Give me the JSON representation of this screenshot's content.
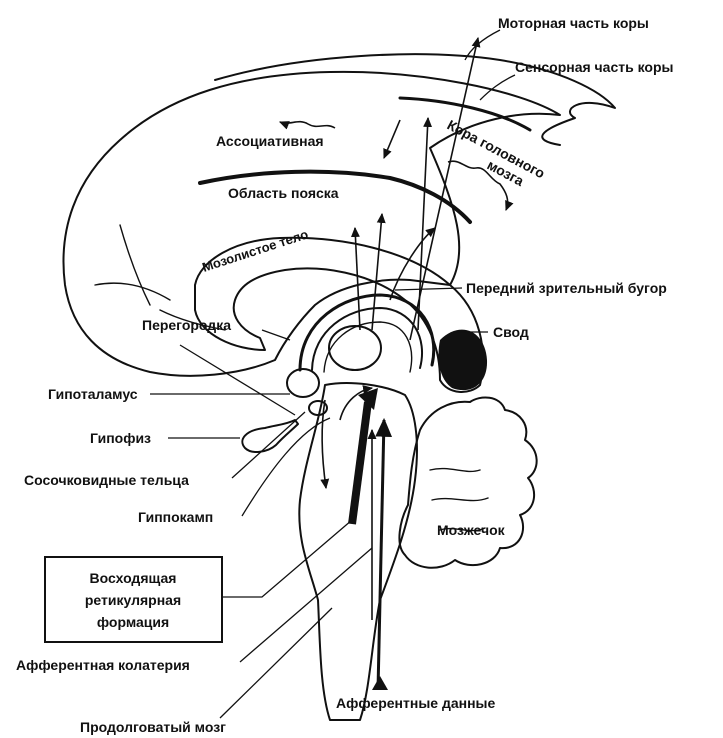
{
  "labels": {
    "motor_cortex": "Моторная часть коры",
    "sensory_cortex": "Сенсорная часть коры",
    "associative": "Ассоциативная",
    "cortex_line1": "Кора головного",
    "cortex_line2": "мозга",
    "cingulate": "Область пояска",
    "corpus_callosum": "Мозолистое тело",
    "thalamus": "Передний зрительный бугор",
    "septum": "Перегородка",
    "fornix": "Свод",
    "hypothalamus": "Гипоталамус",
    "pituitary": "Гипофиз",
    "mammillary": "Сосочковидные тельца",
    "hippocampus": "Гиппокамп",
    "cerebellum": "Мозжечок",
    "reticular_line1": "Восходящая",
    "reticular_line2": "ретикулярная",
    "reticular_line3": "формация",
    "afferent_collateral": "Афферентная колатерия",
    "afferent_data": "Афферентные данные",
    "medulla": "Продолговатый мозг"
  }
}
